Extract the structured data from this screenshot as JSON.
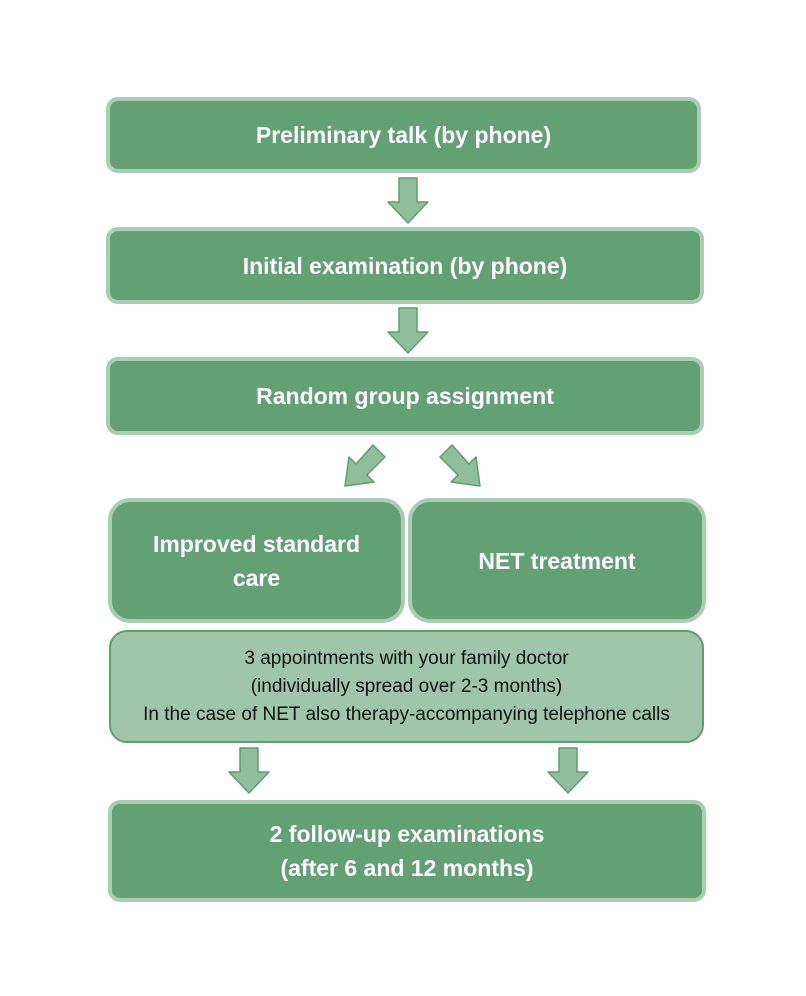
{
  "diagram": {
    "step1": "Preliminary talk (by phone)",
    "step2": "Initial examination (by phone)",
    "step3": "Random group assignment",
    "group_a": [
      "Improved standard",
      "care"
    ],
    "group_b": "NET treatment",
    "details": [
      "3 appointments with your family doctor",
      "(individually spread over 2-3 months)",
      "In the case of NET also therapy-accompanying telephone calls"
    ],
    "followup": [
      "2 follow-up examinations",
      "(after 6 and 12 months)"
    ]
  }
}
